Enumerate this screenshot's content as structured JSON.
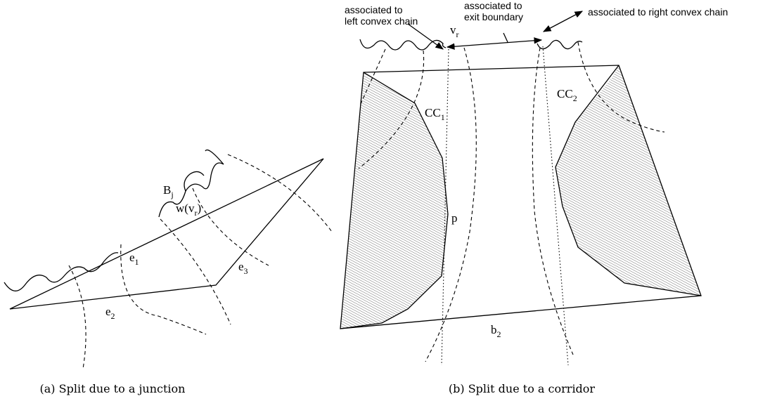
{
  "figure_a": {
    "labels": {
      "bj": "B",
      "bj_sub": "j",
      "w": "w(v",
      "w_sub": "r",
      "w_close": ")",
      "e1": "e",
      "e1_sub": "1",
      "e2": "e",
      "e2_sub": "2",
      "e3": "e",
      "e3_sub": "3"
    },
    "caption": "(a) Split due to a junction"
  },
  "figure_b": {
    "labels": {
      "cc1": "CC",
      "cc1_sub": "1",
      "cc2": "CC",
      "cc2_sub": "2",
      "vr": "v",
      "vr_sub": "r",
      "p": "p",
      "b2": "b",
      "b2_sub": "2"
    },
    "annotations": {
      "left_line1": "associated to",
      "left_line2": "left convex chain",
      "mid_line1": "associated to",
      "mid_line2": "exit boundary",
      "right": "associated to right convex chain"
    },
    "caption": "(b) Split due to a corridor"
  },
  "colors": {
    "stroke": "#000000",
    "background": "#ffffff"
  }
}
